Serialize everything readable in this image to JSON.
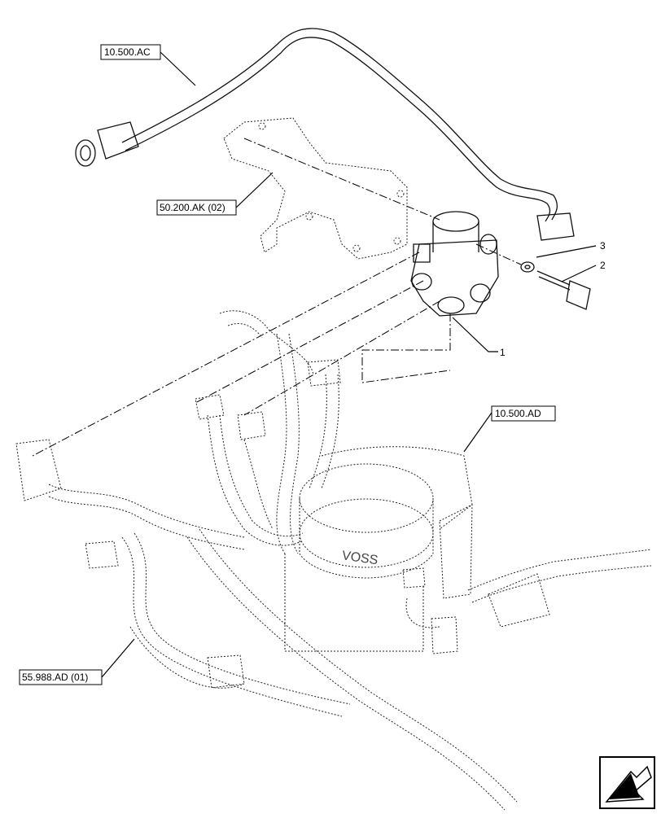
{
  "callouts": {
    "c1": "10.500.AC",
    "c2": "50.200.AK (02)",
    "c3": "10.500.AD",
    "c4": "55.988.AD (01)"
  },
  "item_numbers": {
    "n1": "1",
    "n2": "2",
    "n3": "3"
  },
  "component_text": "VOSS",
  "icons": {
    "nav": "arrow-left-icon"
  }
}
